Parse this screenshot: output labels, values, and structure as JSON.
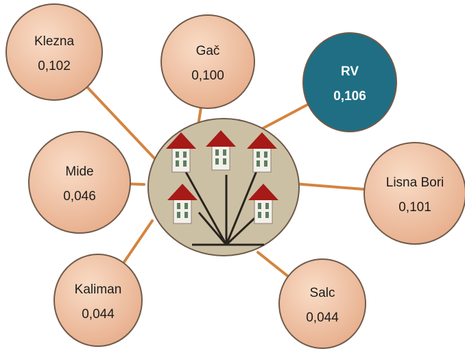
{
  "colors": {
    "node_fill_light": "#f9dcc6",
    "node_fill_dark": "#e7ae8c",
    "node_stroke": "#6f5a4a",
    "highlight_fill": "#1f6e84",
    "highlight_text": "#ffffff",
    "connector": "#d4843f",
    "center_fill": "#ccc0a4",
    "roof": "#a61a17",
    "wall": "#f3f0ea",
    "window": "#5c7f60",
    "text": "#1c1c1c"
  },
  "center": {
    "icon": "houses-network-icon"
  },
  "nodes": [
    {
      "id": "klezna",
      "name": "Klezna",
      "value": "0,102",
      "highlight": false
    },
    {
      "id": "gac",
      "name": "Gač",
      "value": "0,100",
      "highlight": false
    },
    {
      "id": "rv",
      "name": "RV",
      "value": "0,106",
      "highlight": true
    },
    {
      "id": "lisna-bori",
      "name": "Lisna Bori",
      "value": "0,101",
      "highlight": false
    },
    {
      "id": "salc",
      "name": "Salc",
      "value": "0,044",
      "highlight": false
    },
    {
      "id": "kaliman",
      "name": "Kaliman",
      "value": "0,044",
      "highlight": false
    },
    {
      "id": "mide",
      "name": "Mide",
      "value": "0,046",
      "highlight": false
    }
  ]
}
